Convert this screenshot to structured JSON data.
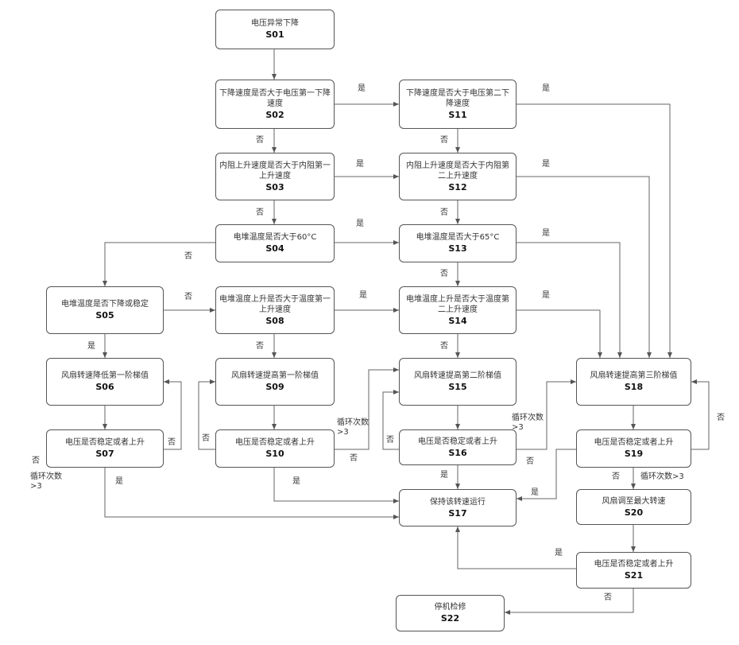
{
  "steps": {
    "s01": {
      "text": "电压异常下降",
      "id": "S01"
    },
    "s02": {
      "text": "下降速度是否大于电压第一下降速度",
      "id": "S02"
    },
    "s03": {
      "text": "内阻上升速度是否大于内阻第一上升速度",
      "id": "S03"
    },
    "s04": {
      "text": "电堆温度是否大于60°C",
      "id": "S04"
    },
    "s05": {
      "text": "电堆温度是否下降或稳定",
      "id": "S05"
    },
    "s06": {
      "text": "风扇转速降低第一阶梯值",
      "id": "S06"
    },
    "s07": {
      "text": "电压是否稳定或者上升",
      "id": "S07"
    },
    "s08": {
      "text": "电堆温度上升是否大于温度第一上升速度",
      "id": "S08"
    },
    "s09": {
      "text": "风扇转速提高第一阶梯值",
      "id": "S09"
    },
    "s10": {
      "text": "电压是否稳定或者上升",
      "id": "S10"
    },
    "s11": {
      "text": "下降速度是否大于电压第二下降速度",
      "id": "S11"
    },
    "s12": {
      "text": "内阻上升速度是否大于内阻第二上升速度",
      "id": "S12"
    },
    "s13": {
      "text": "电堆温度是否大于65°C",
      "id": "S13"
    },
    "s14": {
      "text": "电堆温度上升是否大于温度第二上升速度",
      "id": "S14"
    },
    "s15": {
      "text": "风扇转速提高第二阶梯值",
      "id": "S15"
    },
    "s16": {
      "text": "电压是否稳定或者上升",
      "id": "S16"
    },
    "s17": {
      "text": "保持该转速运行",
      "id": "S17"
    },
    "s18": {
      "text": "风扇转速提高第三阶梯值",
      "id": "S18"
    },
    "s19": {
      "text": "电压是否稳定或者上升",
      "id": "S19"
    },
    "s20": {
      "text": "风扇调至最大转速",
      "id": "S20"
    },
    "s21": {
      "text": "电压是否稳定或者上升",
      "id": "S21"
    },
    "s22": {
      "text": "停机检修",
      "id": "S22"
    }
  },
  "labels": {
    "yes": "是",
    "no": "否",
    "loop_gt3": "循环次数>3"
  }
}
